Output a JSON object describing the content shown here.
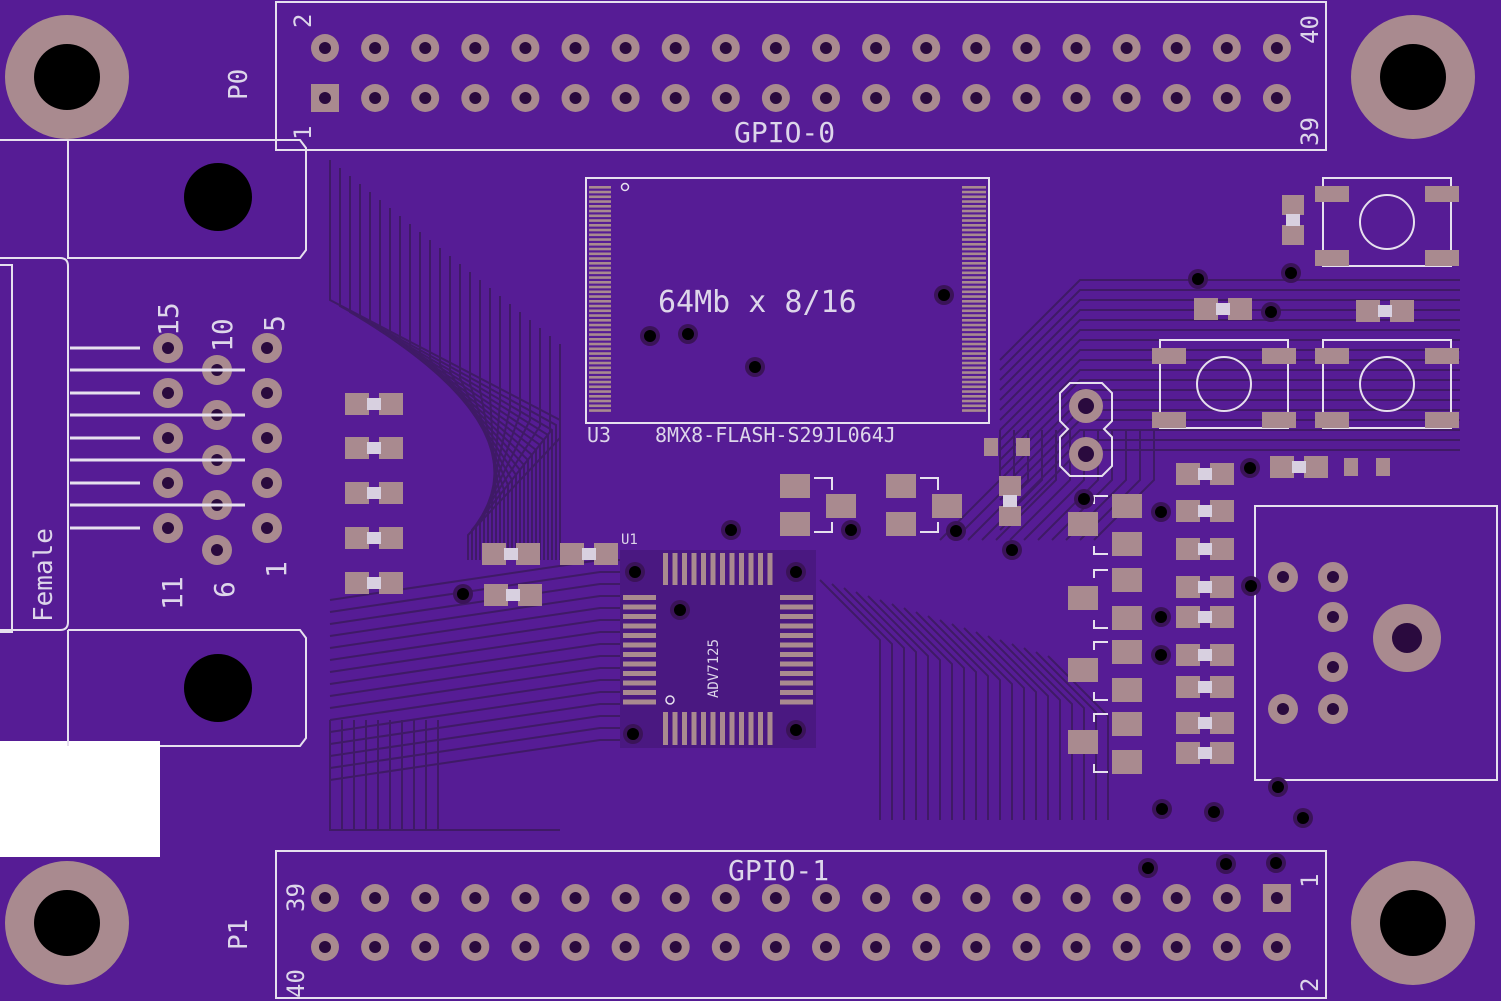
{
  "board": {
    "colors": {
      "substrate": "#561c95",
      "copper_trace": "#3f1a66",
      "silkscreen": "#e6e0ee",
      "pad": "#a98a8f",
      "drill": "#2a0a3e",
      "cutout": "#ffffff"
    }
  },
  "connectors": {
    "p0": {
      "ref": "P0",
      "name": "GPIO-0",
      "pin_top_left": "2",
      "pin_bottom_left": "1",
      "pin_top_right": "40",
      "pin_bottom_right": "39"
    },
    "p1": {
      "ref": "P1",
      "name": "GPIO-1",
      "pin_top_left": "39",
      "pin_bottom_left": "40",
      "pin_top_right": "1",
      "pin_bottom_right": "2"
    },
    "dsub": {
      "gender": "Female",
      "pin_labels_top": [
        "15",
        "10",
        "5"
      ],
      "pin_labels_bottom": [
        "11",
        "6",
        "1"
      ]
    }
  },
  "chips": {
    "u3": {
      "ref": "U3",
      "part": "8MX8-FLASH-S29JL064J",
      "value": "64Mb x 8/16"
    },
    "u1": {
      "ref": "U1",
      "part": "ADV7125"
    }
  }
}
